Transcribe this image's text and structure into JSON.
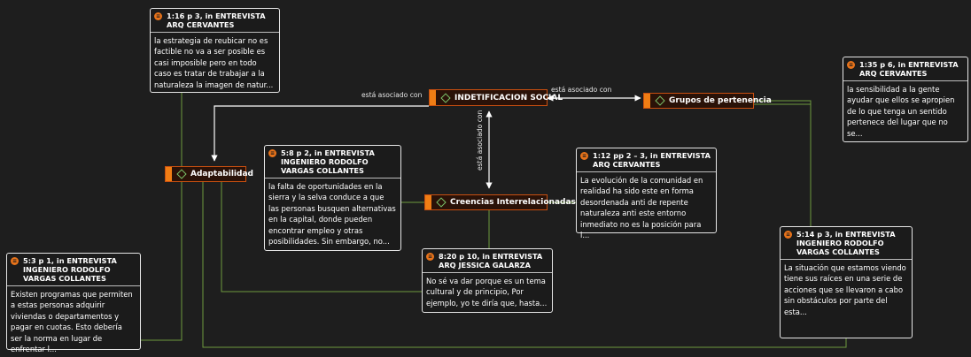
{
  "codes": {
    "identificacion": "INDETIFICACION SOCIAL",
    "grupos": "Grupos de pertenencia",
    "adaptabilidad": "Adaptabilidad",
    "creencias": "Creencias Interrelacionadas"
  },
  "relations": {
    "left": "está asociado con",
    "right": "está asociado con",
    "vertical": "está asociado con"
  },
  "quotes": {
    "q1": {
      "head": "1:16 p 3,  in ENTREVISTA ARQ CERVANTES",
      "body": "la estrategia de reubicar no es factible no va a ser posible  es casi imposible pero en todo caso es tratar de trabajar a la naturaleza la imagen de  natur..."
    },
    "q2": {
      "head": "1:35 p 6,  in ENTREVISTA ARQ CERVANTES",
      "body": "la sensibilidad a la  gente ayudar que ellos se apropien de lo que tenga un sentido pertenece del lugar que no  se..."
    },
    "q3": {
      "head": "5:8 p 2,  in ENTREVISTA INGENIERO RODOLFO VARGAS COLLANTES",
      "body": "la falta de oportunidades en la sierra y la selva conduce a que las personas busquen alternativas en la capital, donde pueden encontrar empleo y otras posibilidades. Sin embargo, no..."
    },
    "q4": {
      "head": "1:12 pp 2 – 3,  in ENTREVISTA ARQ CERVANTES",
      "body": "La evolución de la comunidad en realidad ha sido este en forma desordenada anti de  repente naturaleza anti este entorno inmediato no es la posición para l..."
    },
    "q5": {
      "head": "5:14 p 3,  in ENTREVISTA INGENIERO RODOLFO VARGAS COLLANTES",
      "body": "La situación que estamos viendo tiene sus raíces en una serie de acciones que se  llevaron a cabo sin obstáculos por parte del esta..."
    },
    "q6": {
      "head": "5:3 p 1,  in ENTREVISTA INGENIERO RODOLFO VARGAS COLLANTES",
      "body": "Existen programas que  permiten a estas personas adquirir viviendas o departamentos y pagar en cuotas. Esto  debería ser la norma en lugar de enfrentar l..."
    },
    "q7": {
      "head": "8:20 p 10,  in ENTREVISTA ARQ JESSICA GALARZA",
      "body": "No sé va dar porque es un tema cultural y de principio, Por ejemplo, yo te diría que,  hasta..."
    }
  },
  "colors": {
    "background": "#1e1e1e",
    "code_accent": "#f07d14",
    "link_green": "#6d9a3e",
    "arrow_white": "#ffffff"
  }
}
